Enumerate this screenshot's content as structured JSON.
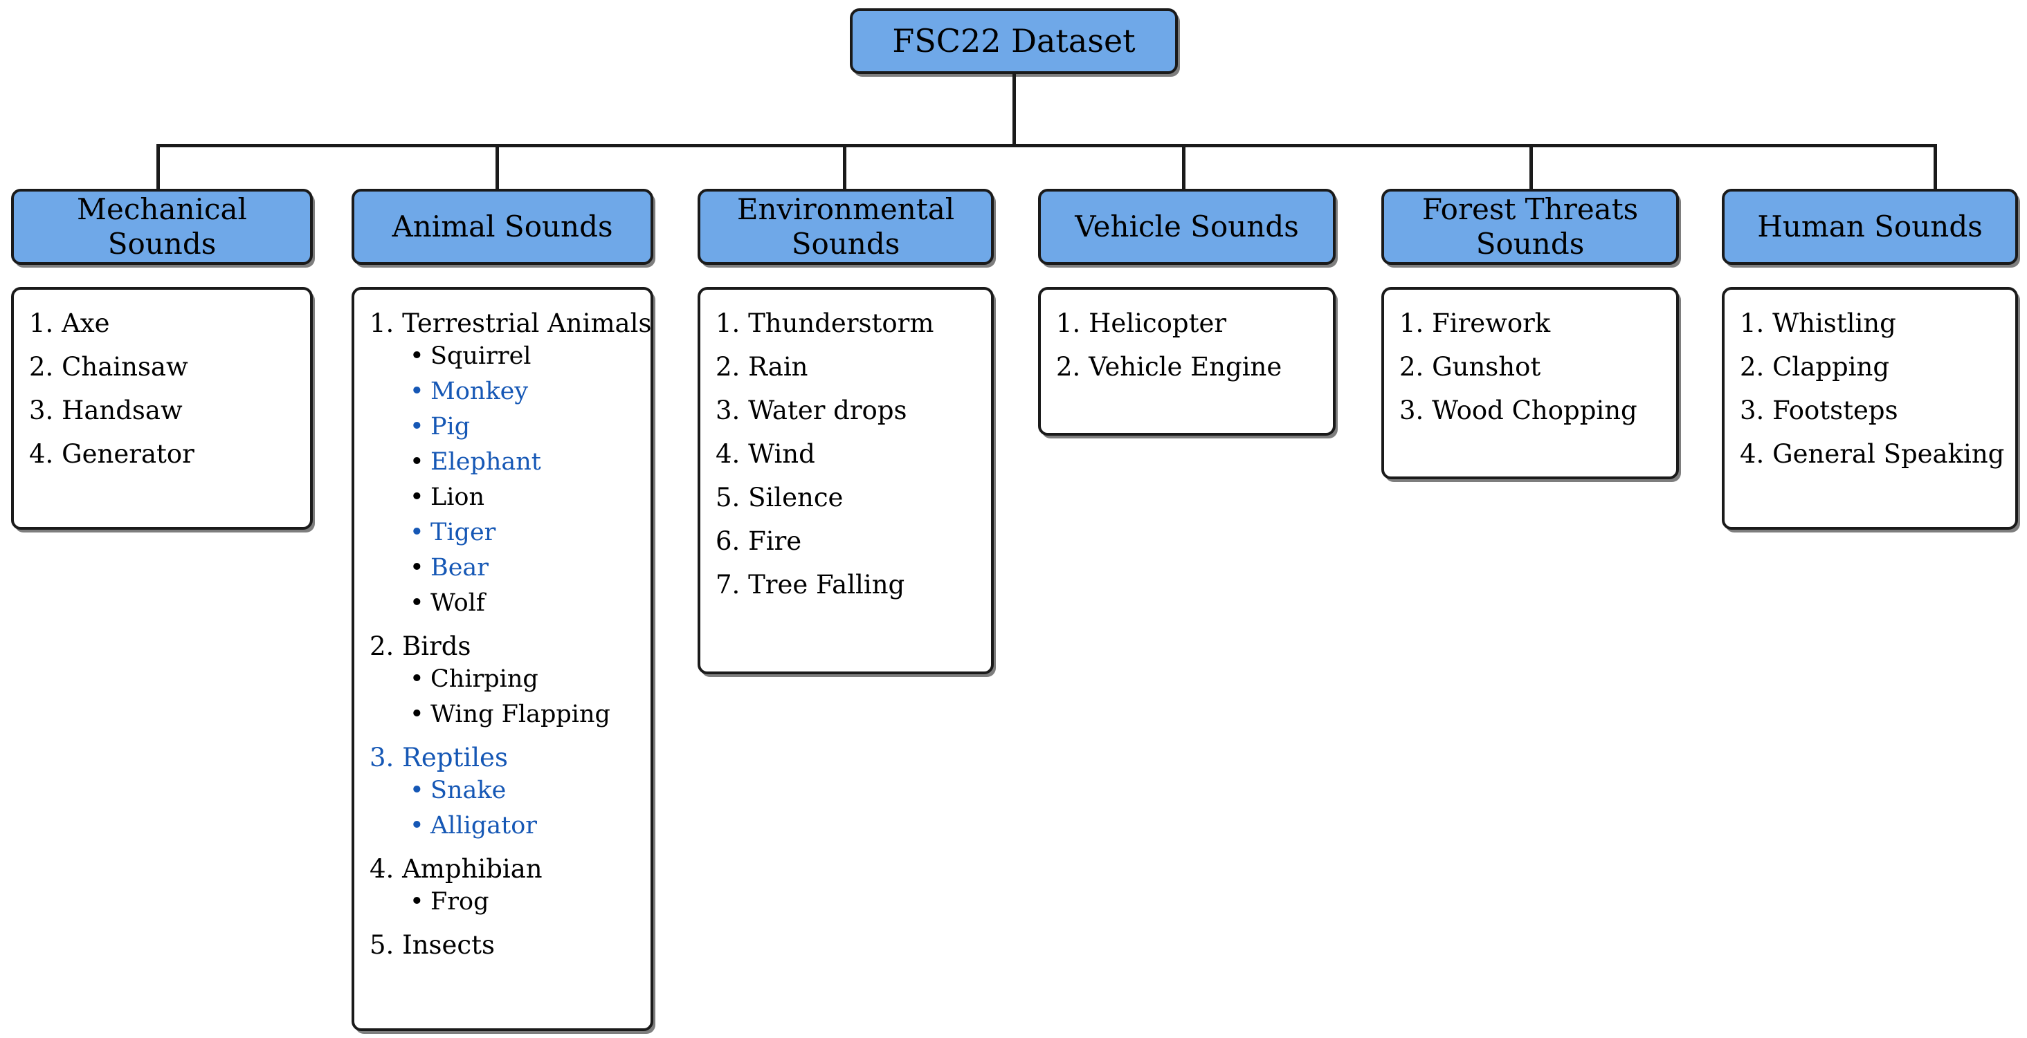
{
  "diagram": {
    "title": "FSC22 Dataset",
    "colors": {
      "node_fill": "#6fa8e8",
      "body_fill": "#ffffff",
      "border": "#1a1a1a",
      "text": "#000000",
      "highlight_text": "#1557b5"
    },
    "categories": [
      {
        "key": "mechanical",
        "header": "Mechanical Sounds",
        "items": [
          {
            "num": "1.",
            "text": "Axe",
            "color": "black",
            "children": []
          },
          {
            "num": "2.",
            "text": "Chainsaw",
            "color": "black",
            "children": []
          },
          {
            "num": "3.",
            "text": "Handsaw",
            "color": "black",
            "children": []
          },
          {
            "num": "4.",
            "text": "Generator",
            "color": "black",
            "children": []
          }
        ]
      },
      {
        "key": "animal",
        "header": "Animal Sounds",
        "items": [
          {
            "num": "1.",
            "text": "Terrestrial Animals",
            "color": "black",
            "children": [
              {
                "text": "Squirrel",
                "color": "black",
                "bullet_color": "black"
              },
              {
                "text": "Monkey",
                "color": "blue",
                "bullet_color": "blue"
              },
              {
                "text": "Pig",
                "color": "blue",
                "bullet_color": "blue"
              },
              {
                "text": "Elephant",
                "color": "blue",
                "bullet_color": "black"
              },
              {
                "text": "Lion",
                "color": "black",
                "bullet_color": "black"
              },
              {
                "text": "Tiger",
                "color": "blue",
                "bullet_color": "blue"
              },
              {
                "text": "Bear",
                "color": "blue",
                "bullet_color": "black"
              },
              {
                "text": "Wolf",
                "color": "black",
                "bullet_color": "black"
              }
            ]
          },
          {
            "num": "2.",
            "text": "Birds",
            "color": "black",
            "children": [
              {
                "text": "Chirping",
                "color": "black",
                "bullet_color": "black"
              },
              {
                "text": "Wing Flapping",
                "color": "black",
                "bullet_color": "black"
              }
            ]
          },
          {
            "num": "3.",
            "text": "Reptiles",
            "color": "blue",
            "children": [
              {
                "text": "Snake",
                "color": "blue",
                "bullet_color": "blue"
              },
              {
                "text": "Alligator",
                "color": "blue",
                "bullet_color": "blue"
              }
            ]
          },
          {
            "num": "4.",
            "text": "Amphibian",
            "color": "black",
            "children": [
              {
                "text": "Frog",
                "color": "black",
                "bullet_color": "black"
              }
            ]
          },
          {
            "num": "5.",
            "text": "Insects",
            "color": "black",
            "children": []
          }
        ]
      },
      {
        "key": "environmental",
        "header": "Environmental\nSounds",
        "items": [
          {
            "num": "1.",
            "text": "Thunderstorm",
            "color": "black",
            "children": []
          },
          {
            "num": "2.",
            "text": "Rain",
            "color": "black",
            "children": []
          },
          {
            "num": "3.",
            "text": "Water drops",
            "color": "black",
            "children": []
          },
          {
            "num": "4.",
            "text": "Wind",
            "color": "black",
            "children": []
          },
          {
            "num": "5.",
            "text": "Silence",
            "color": "black",
            "children": []
          },
          {
            "num": "6.",
            "text": "Fire",
            "color": "black",
            "children": []
          },
          {
            "num": "7.",
            "text": "Tree Falling",
            "color": "black",
            "children": []
          }
        ]
      },
      {
        "key": "vehicle",
        "header": "Vehicle Sounds",
        "items": [
          {
            "num": "1.",
            "text": "Helicopter",
            "color": "black",
            "children": []
          },
          {
            "num": "2.",
            "text": "Vehicle Engine",
            "color": "black",
            "children": []
          }
        ]
      },
      {
        "key": "forest-threats",
        "header": "Forest Threats\nSounds",
        "items": [
          {
            "num": "1.",
            "text": "Firework",
            "color": "black",
            "children": []
          },
          {
            "num": "2.",
            "text": "Gunshot",
            "color": "black",
            "children": []
          },
          {
            "num": "3.",
            "text": "Wood Chopping",
            "color": "black",
            "children": []
          }
        ]
      },
      {
        "key": "human",
        "header": "Human Sounds",
        "items": [
          {
            "num": "1.",
            "text": "Whistling",
            "color": "black",
            "children": []
          },
          {
            "num": "2.",
            "text": "Clapping",
            "color": "black",
            "children": []
          },
          {
            "num": "3.",
            "text": "Footsteps",
            "color": "black",
            "children": []
          },
          {
            "num": "4.",
            "text": "General Speaking",
            "color": "black",
            "children": []
          }
        ]
      }
    ]
  }
}
